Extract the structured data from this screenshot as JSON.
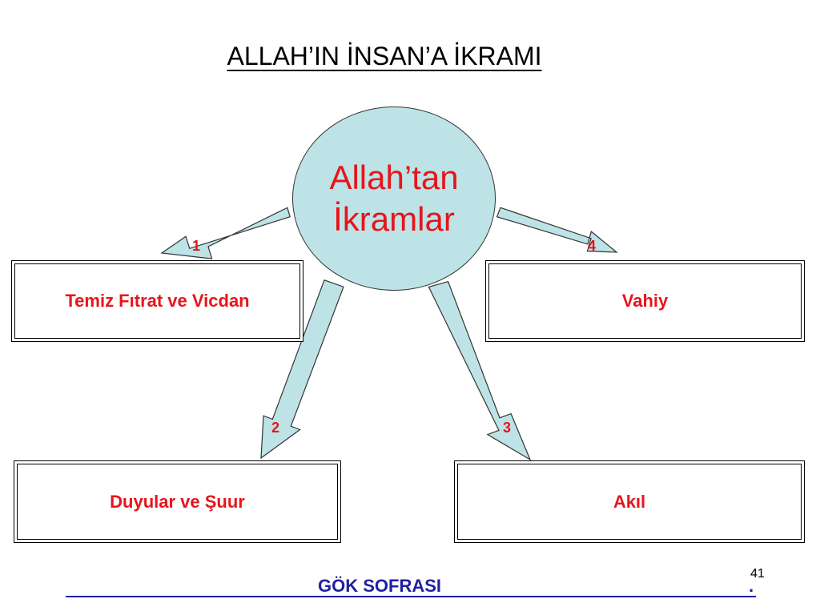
{
  "title": "ALLAH’IN İNSAN’A İKRAMI",
  "center": {
    "line1": "Allah’tan",
    "line2": "İkramlar"
  },
  "boxes": {
    "top_left": "Temiz Fıtrat ve Vicdan",
    "top_right": "Vahiy",
    "bottom_left": "Duyular ve Şuur",
    "bottom_right": "Akıl"
  },
  "numbers": {
    "n1": "1",
    "n2": "2",
    "n3": "3",
    "n4": "4"
  },
  "footer": {
    "text": "GÖK SOFRASI",
    "dot": ".",
    "page": "41"
  },
  "colors": {
    "accent": "#e8141b",
    "circle_fill": "#bde3e6",
    "footer": "#1f1fa5"
  }
}
